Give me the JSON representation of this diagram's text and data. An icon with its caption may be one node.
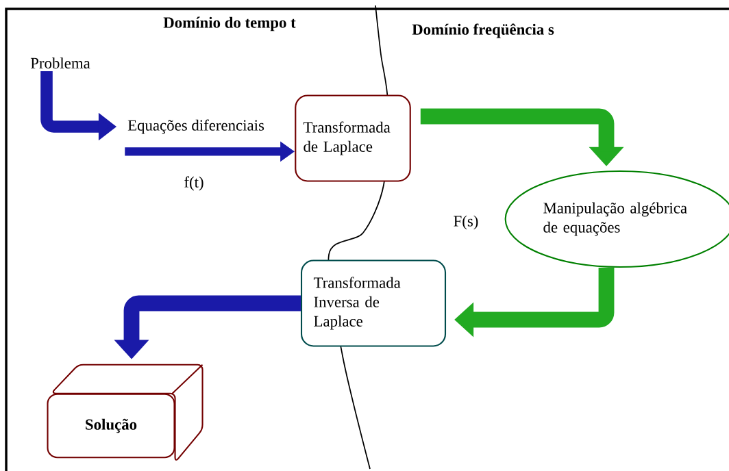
{
  "diagram": {
    "nodes": [
      {
        "text": [
          "Problema"
        ]
      },
      {
        "text": [
          "Equações diferenciais"
        ]
      },
      {
        "text": [
          "Transformada de Laplace"
        ]
      },
      {
        "text": [
          "Manipulação algébrica de equações"
        ]
      },
      {
        "text": [
          "Transformada Inversa de Laplace"
        ]
      },
      {
        "text": [
          "**Solução**"
        ]
      }
    ],
    "edges": [
      {
        "from": 0,
        "to": 1,
        "arrow": "to"
      },
      {
        "from": 1,
        "to": 2,
        "arrow": "to"
      },
      {
        "from": 2,
        "to": 3,
        "arrow": "to",
        "color": "#22aa22"
      },
      {
        "from": 3,
        "to": 4,
        "arrow": "to",
        "color": "#22aa22"
      },
      {
        "from": 4,
        "to": 5,
        "arrow": "to"
      }
    ],
    "labels": [
      "**Domínio do tempo t**",
      "**Domínio freqüência s**",
      "f(t)",
      "F(s)"
    ]
  }
}
